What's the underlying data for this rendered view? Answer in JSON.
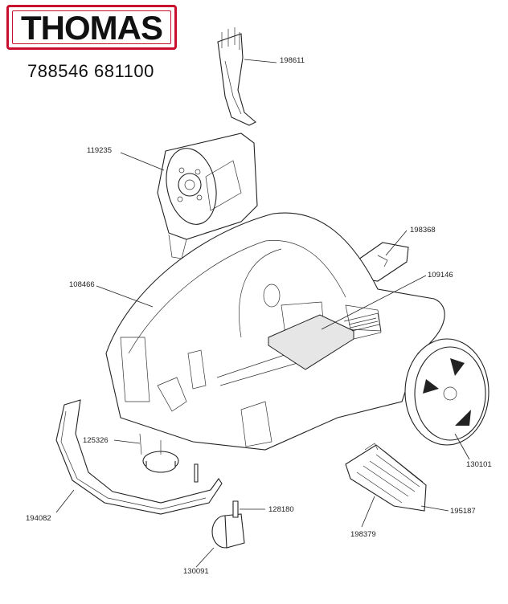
{
  "brand": {
    "logo_text": "THOMAS",
    "brand_color": "#c8102e"
  },
  "model_numbers": "788546 681100",
  "parts": [
    {
      "id": "part-198611",
      "number": "198611"
    },
    {
      "id": "part-119235",
      "number": "119235"
    },
    {
      "id": "part-198368",
      "number": "198368"
    },
    {
      "id": "part-109146",
      "number": "109146"
    },
    {
      "id": "part-108466",
      "number": "108466"
    },
    {
      "id": "part-125326",
      "number": "125326"
    },
    {
      "id": "part-130101",
      "number": "130101"
    },
    {
      "id": "part-195187",
      "number": "195187"
    },
    {
      "id": "part-194082",
      "number": "194082"
    },
    {
      "id": "part-128180",
      "number": "128180"
    },
    {
      "id": "part-198379",
      "number": "198379"
    },
    {
      "id": "part-130091",
      "number": "130091"
    }
  ]
}
